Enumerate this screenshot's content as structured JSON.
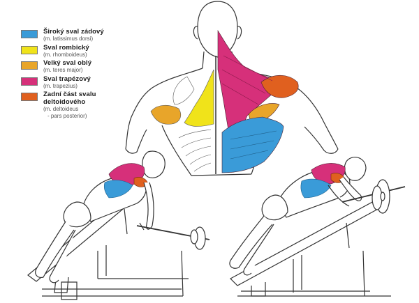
{
  "legend": {
    "items": [
      {
        "name": "Široký sval zádový",
        "latin": "(m. latissimus dorsi)",
        "color": "#3a9bd8"
      },
      {
        "name": "Sval rombický",
        "latin": "(m. rhomboideus)",
        "color": "#f0e31a"
      },
      {
        "name": "Velký sval oblý",
        "latin": "(m. teres major)",
        "color": "#e8a52a"
      },
      {
        "name": "Sval trapézový",
        "latin": "(m. trapezius)",
        "color": "#d6307a"
      },
      {
        "name": "Zadní část svalu deltoidového",
        "latin": "(m. deltoideus",
        "latin2": "- pars posterior)",
        "color": "#e0601f"
      }
    ]
  }
}
